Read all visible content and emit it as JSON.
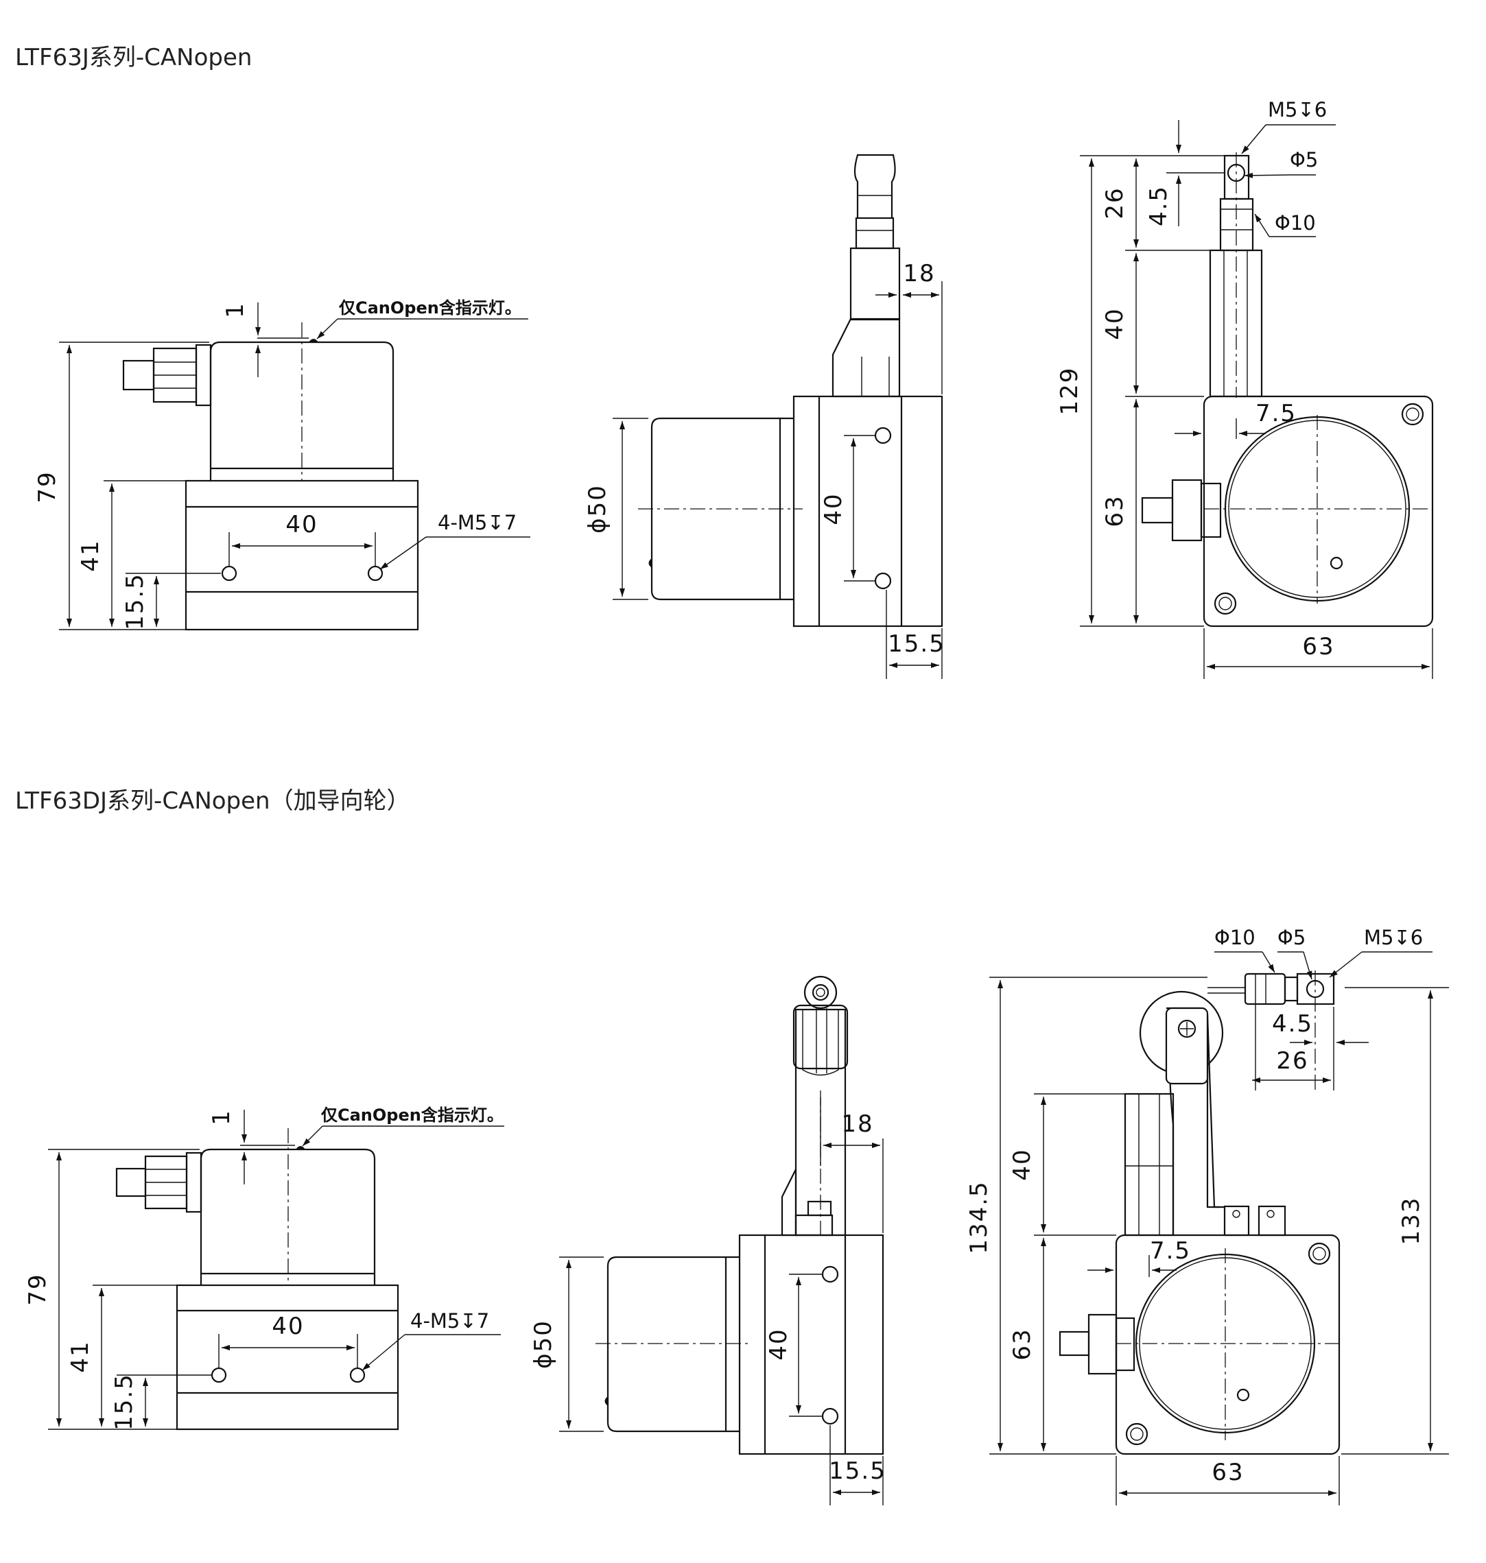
{
  "titles": {
    "series1": "LTF63J系列-CANopen",
    "series2": "LTF63DJ系列-CANopen（加导向轮）"
  },
  "view1": {
    "side": {
      "overall_height": "79",
      "base_height": "41",
      "hole_height": "15.5",
      "hole_spacing": "40",
      "led_offset": "1",
      "note": "仅CanOpen含指示灯。",
      "holes": "4-M5",
      "holes_depth": "7",
      "depth_symbol": "↧"
    },
    "front": {
      "diameter": "ϕ50",
      "hole_spacing": "40",
      "wire_offset": "18",
      "base_offset": "15.5"
    },
    "top": {
      "eye_thread": "M5",
      "eye_thread_depth": "6",
      "depth_symbol": "↧",
      "eye_hole": "Φ5",
      "rod_dia": "Φ10",
      "d_26": "26",
      "d_4_5": "4.5",
      "d_40": "40",
      "d_129": "129",
      "d_63_h": "63",
      "d_63_w": "63",
      "d_7_5": "7.5"
    }
  },
  "view2": {
    "side": {
      "overall_height": "79",
      "base_height": "41",
      "hole_height": "15.5",
      "hole_spacing": "40",
      "led_offset": "1",
      "note": "仅CanOpen含指示灯。",
      "holes": "4-M5",
      "holes_depth": "7",
      "depth_symbol": "↧"
    },
    "front": {
      "diameter": "ϕ50",
      "hole_spacing": "40",
      "wire_offset": "18",
      "base_offset": "15.5"
    },
    "top": {
      "rod_dia": "Φ10",
      "eye_hole": "Φ5",
      "eye_thread": "M5",
      "eye_thread_depth": "6",
      "depth_symbol": "↧",
      "d_4_5": "4.5",
      "d_26": "26",
      "d_40": "40",
      "d_134_5": "134.5",
      "d_133": "133",
      "d_63_h": "63",
      "d_63_w": "63",
      "d_7_5": "7.5"
    }
  }
}
